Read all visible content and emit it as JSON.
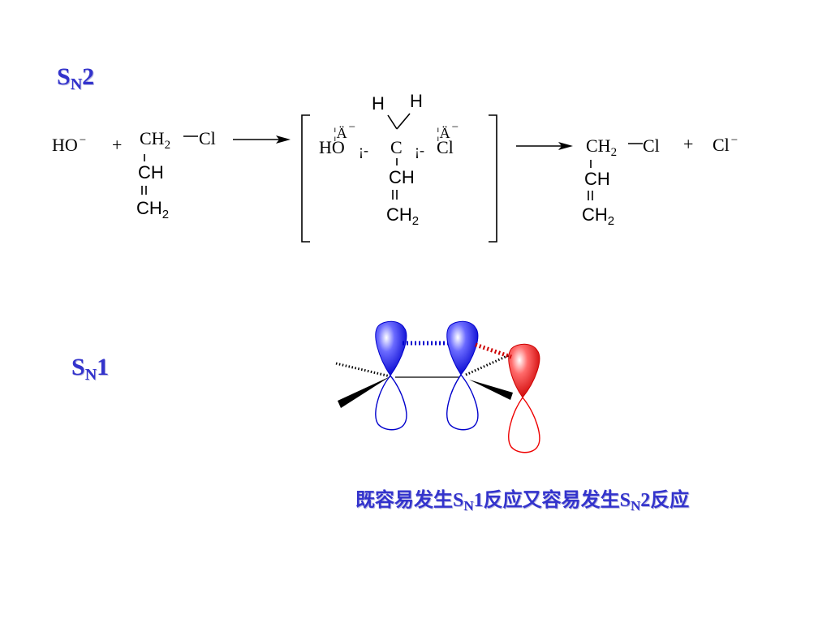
{
  "headings": {
    "sn2": {
      "main": "S",
      "sub": "N",
      "tail": "2"
    },
    "sn1": {
      "main": "S",
      "sub": "N",
      "tail": "1"
    }
  },
  "reactant": {
    "ho": "HO",
    "ho_charge": "−",
    "plus": "+",
    "ch2": "CH",
    "ch2_sub": "2",
    "cl": "Cl",
    "ch": "CH",
    "ch2b": "CH",
    "ch2b_sub": "2"
  },
  "transition": {
    "h1": "H",
    "h2": "H",
    "a_left": "¦Ä",
    "a_left_charge": "−",
    "a_right": "¦Ä",
    "a_right_charge": "−",
    "ho": "HO",
    "dash_left": "¡-",
    "c": "C",
    "dash_right": "¡-",
    "cl": "Cl",
    "ch": "CH",
    "ch2": "CH",
    "ch2_sub": "2"
  },
  "product": {
    "ch2": "CH",
    "ch2_sub": "2",
    "cl": "Cl",
    "plus": "+",
    "cl_ion": "Cl",
    "cl_ion_charge": "−",
    "ch": "CH",
    "ch2b": "CH",
    "ch2b_sub": "2"
  },
  "caption": {
    "part1": "既容易发生S",
    "sub1": "N",
    "part2": "1反应又容易发生S",
    "sub2": "N",
    "part3": "2反应"
  },
  "colors": {
    "heading": "#3333cc",
    "orbital_blue": "#0000ee",
    "orbital_red": "#ee0000"
  }
}
